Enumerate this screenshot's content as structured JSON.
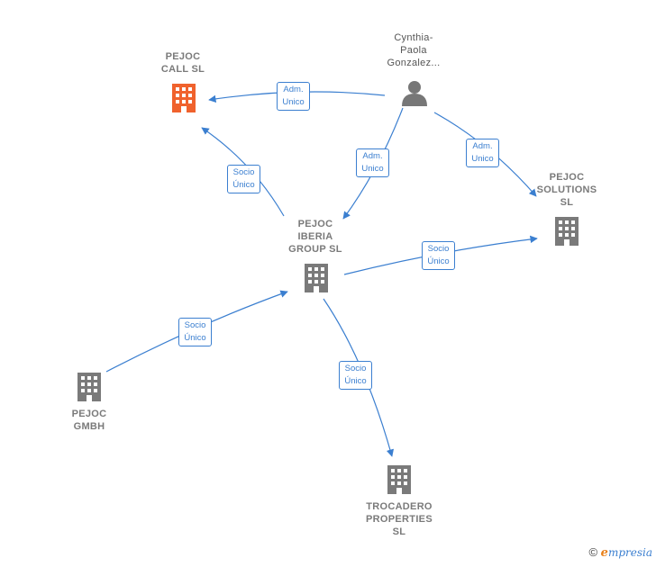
{
  "colors": {
    "edge": "#3b7fd0",
    "building_gray": "#7a7a7a",
    "building_highlight": "#f0622d",
    "person": "#777777"
  },
  "nodes": {
    "pejoc_call": {
      "lines": [
        "PEJOC",
        "CALL  SL"
      ],
      "icon": "building-icon",
      "highlight": true
    },
    "cynthia": {
      "lines": [
        "Cynthia-",
        "Paola",
        "Gonzalez..."
      ],
      "icon": "person-icon"
    },
    "pejoc_solutions": {
      "lines": [
        "PEJOC",
        "SOLUTIONS",
        "SL"
      ],
      "icon": "building-icon"
    },
    "pejoc_iberia": {
      "lines": [
        "PEJOC",
        "IBERIA",
        "GROUP  SL"
      ],
      "icon": "building-icon"
    },
    "pejoc_gmbh": {
      "lines": [
        "PEJOC",
        "GMBH"
      ],
      "icon": "building-icon"
    },
    "trocadero": {
      "lines": [
        "TROCADERO",
        "PROPERTIES",
        "SL"
      ],
      "icon": "building-icon"
    }
  },
  "edges": {
    "cynthia_to_call": {
      "lines": [
        "Adm.",
        "Unico"
      ]
    },
    "cynthia_to_iberia": {
      "lines": [
        "Adm.",
        "Unico"
      ]
    },
    "cynthia_to_solutions": {
      "lines": [
        "Adm.",
        "Unico"
      ]
    },
    "iberia_to_call": {
      "lines": [
        "Socio",
        "Único"
      ]
    },
    "iberia_to_solutions": {
      "lines": [
        "Socio",
        "Único"
      ]
    },
    "gmbh_to_iberia": {
      "lines": [
        "Socio",
        "Único"
      ]
    },
    "iberia_to_trocadero": {
      "lines": [
        "Socio",
        "Único"
      ]
    }
  },
  "brand": {
    "copyright": "©",
    "logo_initial": "e",
    "logo_rest": "mpresia"
  }
}
